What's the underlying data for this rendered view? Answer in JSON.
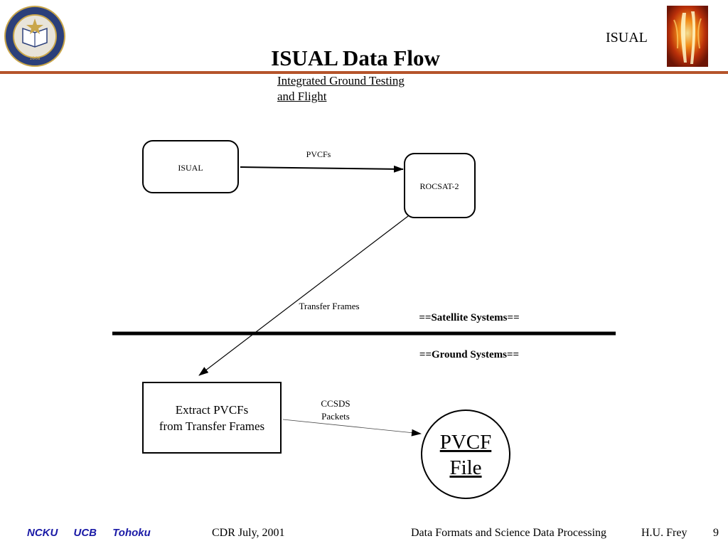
{
  "header": {
    "label": "ISUAL",
    "title": "ISUAL Data Flow",
    "subtitle_line1": "Integrated Ground Testing",
    "subtitle_line2": "and Flight",
    "colors": {
      "rule": "#b5542b",
      "org_text": "#1a1aa6",
      "seal_blue": "#2b3f7a",
      "seal_gold": "#c9a64a"
    }
  },
  "diagram": {
    "nodes": {
      "isual": "ISUAL",
      "rocsat": "ROCSAT-2",
      "extract_line1": "Extract PVCFs",
      "extract_line2": "from Transfer Frames",
      "pvcf_line1": "PVCF",
      "pvcf_line2": "File"
    },
    "edges": {
      "pvcfs": "PVCFs",
      "transfer_frames": "Transfer Frames",
      "ccsds_line1": "CCSDS",
      "ccsds_line2": "Packets"
    },
    "sections": {
      "satellite": "==Satellite Systems==",
      "ground": "==Ground Systems=="
    }
  },
  "footer": {
    "orgs": [
      "NCKU",
      "UCB",
      "Tohoku"
    ],
    "event": "CDR  July,  2001",
    "topic": "Data Formats and Science Data Processing",
    "author": "H.U. Frey",
    "page": "9"
  }
}
